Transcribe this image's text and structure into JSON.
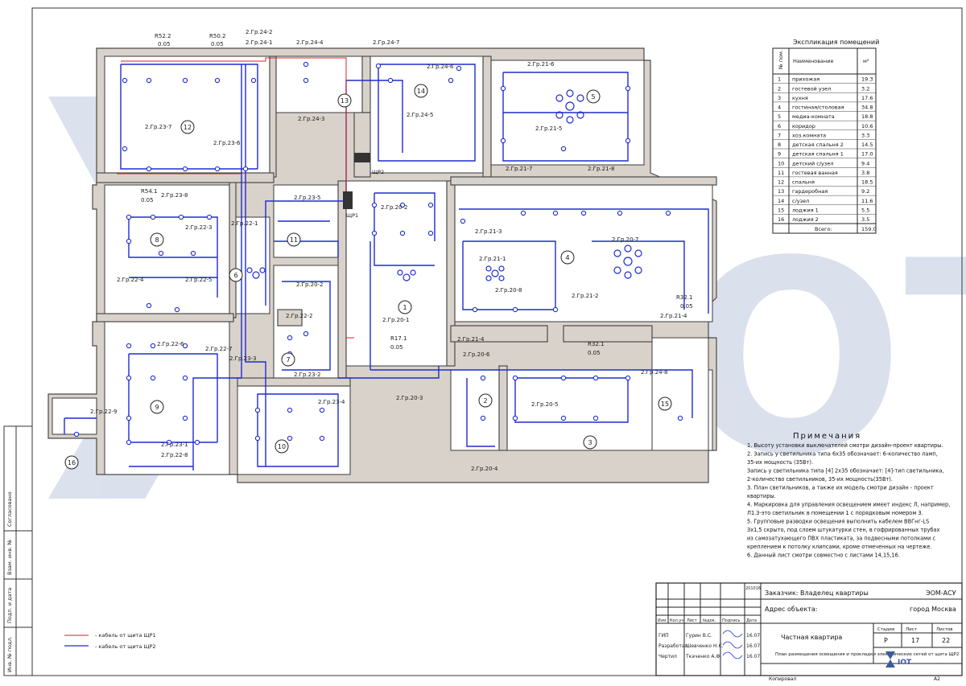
{
  "sheet": {
    "format": "А2",
    "copied": "Копировал"
  },
  "rooms_table": {
    "title": "Экспликация помещений",
    "headers": [
      "№ пом.",
      "Наименование",
      "м²"
    ],
    "rows": [
      [
        "1",
        "прихожая",
        "19.3"
      ],
      [
        "2",
        "гостевой узел",
        "3.2"
      ],
      [
        "3",
        "кухня",
        "17.6"
      ],
      [
        "4",
        "гостиная/столовая",
        "34.8"
      ],
      [
        "5",
        "медиа-комната",
        "18.8"
      ],
      [
        "6",
        "коридор",
        "10.6"
      ],
      [
        "7",
        "хоз.комната",
        "3.3"
      ],
      [
        "8",
        "детская спальня 2",
        "14.5"
      ],
      [
        "9",
        "детская спальня 1",
        "17.0"
      ],
      [
        "10",
        "детский с/узел",
        "9.4"
      ],
      [
        "11",
        "гостевая ванная",
        "3.8"
      ],
      [
        "12",
        "спальня",
        "18.5"
      ],
      [
        "13",
        "гардеробная",
        "9.2"
      ],
      [
        "14",
        "с/узел",
        "11.6"
      ],
      [
        "15",
        "лоджия 1",
        "5.5"
      ],
      [
        "16",
        "лоджия 2",
        "3.5"
      ]
    ],
    "total_label": "Всего:",
    "total_value": "159.0"
  },
  "notes": {
    "title": "Примечания",
    "lines": [
      "1. Высоту установки выключателей смотри дизайн-проект квартиры.",
      "2. Запись у светильника типа 6х35 обозначает: 6-количество ламп,",
      "35-их мощность (35Вт).",
      "Запись у светильника типа [4] 2х35 обозначает: [4]-тип светильника,",
      "2-количество светильников, 35-их мощность(35Вт).",
      "3. План светильников, а также их модель смотри дизайн - проект",
      "квартиры.",
      "4. Маркировка для управления освещением имеет индекс Л, например,",
      "Л1.3-это светильник в помещении 1 с порядковым номером 3.",
      "5. Групповые разводки освещения выполнить кабелем ВВГнг-LS",
      "3х1,5 скрыто, под слоем штукатурки стен, в гофрированных трубах",
      "из самозатухающего ПВХ пластиката, за подвесными потолками с",
      "креплением к потолку клипсами, кроме отмеченных на чертеже.",
      "6. Данный лист смотри совместно с листами 14,15,16."
    ]
  },
  "legend": {
    "items": [
      {
        "label": "- кабель от щита ЩР1",
        "color": "#d22222"
      },
      {
        "label": "- кабель от щита ЩР2",
        "color": "#1f2ccf"
      }
    ]
  },
  "side_stamp": {
    "labels": [
      "Согласовано",
      "Взам. инв. №",
      "Подп. и дата",
      "Инв. № подл."
    ]
  },
  "title_block": {
    "date_small": "201016",
    "customer": "Заказчик: Владелец квартиры",
    "code": "ЭОМ-АСУ",
    "address_label": "Адрес объекта:",
    "city": "город Москва",
    "project": "Частная квартира",
    "sheet_title": "План размещения освещения и прокладки электрических сетей от щита ЩР2",
    "stage_label": "Стадия",
    "sheet_label": "Лист",
    "sheets_label": "Листов",
    "stage": "Р",
    "sheet": "17",
    "sheets": "22",
    "col_headers": [
      "Изм.",
      "Кол.уч.",
      "Лист",
      "№док.",
      "Подпись",
      "Дата"
    ],
    "people": [
      {
        "role": "ГИП",
        "name": "Гурин В.С.",
        "date": "16.07"
      },
      {
        "role": "Разработал",
        "name": "Шевченко Н.К.",
        "date": "16.07"
      },
      {
        "role": "Чертил",
        "name": "Ткаченко А.Ф.",
        "date": "16.07"
      }
    ],
    "logo": "IOT"
  },
  "plan": {
    "watermark": "IOT",
    "shr1": "ЩР1",
    "shr2": "ЩР2",
    "room_numbers": [
      "1",
      "2",
      "3",
      "4",
      "5",
      "6",
      "7",
      "8",
      "9",
      "10",
      "11",
      "12",
      "13",
      "14",
      "15",
      "16"
    ],
    "groups": [
      "2.Гр.24-2",
      "2.Гр.24-1",
      "2.Гр.24-4",
      "2.Гр.24-7",
      "2.Гр.24-6",
      "2.Гр.24-5",
      "2.Гр.21-6",
      "2.Гр.23-7",
      "2.Гр.23-6",
      "2.Гр.24-3",
      "2.Гр.21-5",
      "2.Гр.21-7",
      "2.Гр.21-8",
      "2.Гр.23-8",
      "2.Гр.23-5",
      "2.Гр.20-2",
      "2.Гр.22-3",
      "2.Гр.22-1",
      "2.Гр.21-3",
      "2.Гр.20-7",
      "2.Гр.21-1",
      "2.Гр.22-4",
      "2.Гр.22-5",
      "2.Гр.20-1",
      "2.Гр.20-2",
      "2.Гр.20-8",
      "2.Гр.21-2",
      "2.Гр.21-4",
      "2.Гр.22-2",
      "2.Гр.22-6",
      "2.Гр.22-7",
      "2.Гр.23-3",
      "2.Гр.21-4",
      "2.Гр.20-6",
      "2.Гр.23-2",
      "2.Гр.24-8",
      "2.Гр.23-4",
      "2.Гр.20-3",
      "2.Гр.22-9",
      "2.Гр.20-5",
      "2.Гр.23-1",
      "2.Гр.22-8",
      "2.Гр.20-4"
    ],
    "junctions": [
      {
        "name": "R52.2",
        "val": "0.05"
      },
      {
        "name": "R50.2",
        "val": "0.05"
      },
      {
        "name": "R54.1",
        "val": "0.05"
      },
      {
        "name": "R17.1",
        "val": "0.05"
      },
      {
        "name": "R32.1",
        "val": "0.05"
      },
      {
        "name": "R32.1",
        "val": "0.05"
      }
    ]
  }
}
